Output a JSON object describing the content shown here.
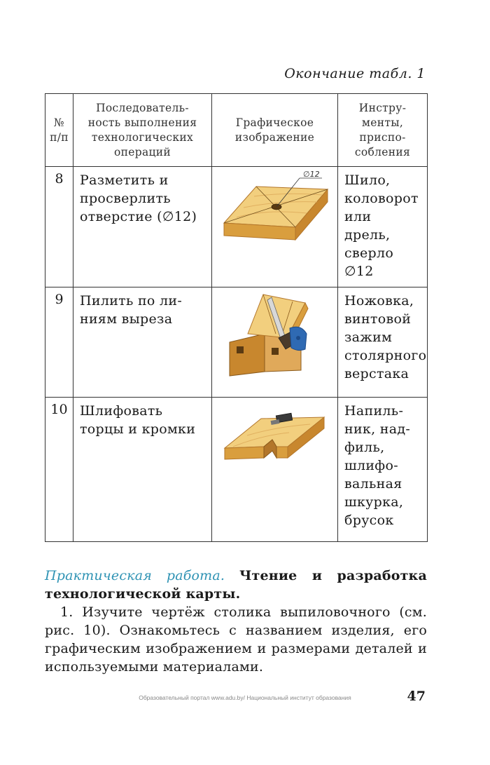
{
  "caption": "Окончание табл. 1",
  "table": {
    "headers": {
      "num_lines": [
        "№",
        "п/п"
      ],
      "sequence_lines": [
        "Последователь-",
        "ность выполнения",
        "технологических",
        "операций"
      ],
      "graphic_lines": [
        "Графическое",
        "изображение"
      ],
      "tools_lines": [
        "Инстру-",
        "менты,",
        "приспо-",
        "собления"
      ]
    },
    "rows": [
      {
        "num": "8",
        "operation_lines": [
          "Разметить и",
          "просверлить",
          "отверстие (∅12)"
        ],
        "image_label": "∅12",
        "tools_lines": [
          "Шило,",
          "коловорот",
          "или",
          "дрель,",
          "сверло",
          "∅12"
        ]
      },
      {
        "num": "9",
        "operation_lines": [
          "Пилить по ли-",
          "ниям выреза"
        ],
        "tools_lines": [
          "Ножовка,",
          "винтовой",
          "зажим",
          "столярного",
          "верстака"
        ]
      },
      {
        "num": "10",
        "operation_lines": [
          "Шлифовать",
          "торцы и кромки"
        ],
        "tools_lines": [
          "Напиль-",
          "ник, над-",
          "филь,",
          "шлифо-",
          "вальная",
          "шкурка,",
          "брусок"
        ]
      }
    ]
  },
  "practice": {
    "lead_in": "Практическая работа.",
    "title_bold": "Чтение и разработка технологической карты.",
    "paragraph": "1. Изучите чертёж столика выпиловочного (см. рис. 10). Ознакомьтесь с названием изделия, его графическим изображением и размерами деталей и используемыми материалами."
  },
  "footer": "Образовательный портал www.adu.by/ Национальный институт образования",
  "page_number": "47",
  "colors": {
    "wood_light": "#f2cf7e",
    "wood_side": "#d99e3e",
    "wood_edge": "#b3762a",
    "clamp_blue": "#2f6ab3",
    "practice_accent": "#2f93b4"
  }
}
